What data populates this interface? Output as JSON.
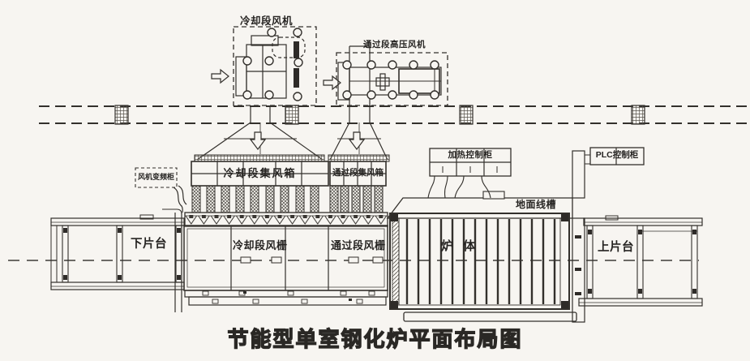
{
  "title": "节能型单室钢化炉平面布局图",
  "colors": {
    "paper": "#f7f5f1",
    "ink": "#2e2b28"
  },
  "labels": {
    "cooling_fan": "冷却段风机",
    "pass_fan": "通过段高压风机",
    "inverter_cabinet": "风机变频柜",
    "cooling_plenum": "冷却段集风箱",
    "pass_plenum": "通过段集风箱",
    "heating_cabinet": "加热控制柜",
    "plc_cabinet": "PLC控制柜",
    "floor_trough": "地面线槽",
    "unload_table": "下片台",
    "cooling_grid": "冷却段风栅",
    "pass_grid": "通过段风栅",
    "furnace_body": "炉 体",
    "load_table": "上片台"
  },
  "icons": {
    "flow_right": "hollow right arrow (airflow in)",
    "flow_down": "hollow down arrow (airflow to plenum)"
  }
}
